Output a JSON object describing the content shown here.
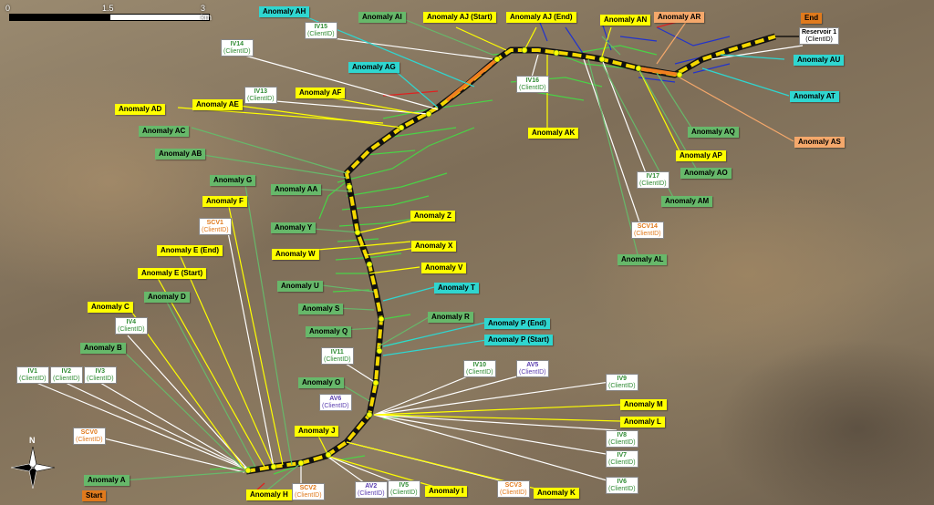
{
  "scale": {
    "t0": "0",
    "t1": "1.5",
    "t2": "3 km"
  },
  "north": "N",
  "ends": {
    "start": "Start",
    "end": "End"
  },
  "reservoir": {
    "name": "Reservoir 1",
    "client": "(ClientID)"
  },
  "labels": {
    "A": "Anomaly A",
    "B": "Anomaly B",
    "C": "Anomaly C",
    "D": "Anomaly D",
    "E_start": "Anomaly E (Start)",
    "E_end": "Anomaly E (End)",
    "F": "Anomaly F",
    "G": "Anomaly G",
    "H": "Anomaly H",
    "I": "Anomaly I",
    "J": "Anomaly J",
    "K": "Anomaly K",
    "L": "Anomaly L",
    "M": "Anomaly M",
    "O": "Anomaly O",
    "P_start": "Anomaly P (Start)",
    "P_end": "Anomaly P (End)",
    "Q": "Anomaly Q",
    "R": "Anomaly R",
    "S": "Anomaly S",
    "T": "Anomaly T",
    "U": "Anomaly U",
    "V": "Anomaly V",
    "W": "Anomaly W",
    "X": "Anomaly X",
    "Y": "Anomaly Y",
    "Z": "Anomaly Z",
    "AA": "Anomaly AA",
    "AB": "Anomaly AB",
    "AC": "Anomaly AC",
    "AD": "Anomaly AD",
    "AE": "Anomaly AE",
    "AF": "Anomaly AF",
    "AG": "Anomaly AG",
    "AH": "Anomaly AH",
    "AI": "Anomaly AI",
    "AJ_start": "Anomaly AJ (Start)",
    "AJ_end": "Anomaly AJ (End)",
    "AK": "Anomaly AK",
    "AL": "Anomaly AL",
    "AM": "Anomaly AM",
    "AN": "Anomaly AN",
    "AO": "Anomaly AO",
    "AP": "Anomaly AP",
    "AQ": "Anomaly AQ",
    "AR": "Anomaly AR",
    "AS": "Anomaly AS",
    "AT": "Anomaly AT",
    "AU": "Anomaly AU"
  },
  "valves": {
    "client": "(ClientID)",
    "IV1": "IV1",
    "IV2": "IV2",
    "IV3": "IV3",
    "IV4": "IV4",
    "IV5": "IV5",
    "IV6": "IV6",
    "IV7": "IV7",
    "IV8": "IV8",
    "IV9": "IV9",
    "IV10": "IV10",
    "IV11": "IV11",
    "IV13": "IV13",
    "IV14": "IV14",
    "IV15": "IV15",
    "IV16": "IV16",
    "IV17": "IV17",
    "SCV0": "SCV0",
    "SCV1": "SCV1",
    "SCV2": "SCV2",
    "SCV3": "SCV3",
    "SCV14": "SCV14",
    "AV2": "AV2",
    "AV5": "AV5",
    "AV6": "AV6"
  },
  "colors": {
    "yellow": "#ffff00",
    "green": "#67b86a",
    "cyan": "#2fd6d0",
    "orange": "#f5a86b",
    "pipe_green": "#44dd44",
    "pipe_blue": "#2233cc",
    "main_yellow": "#f5d800",
    "main_orange": "#f08020"
  }
}
